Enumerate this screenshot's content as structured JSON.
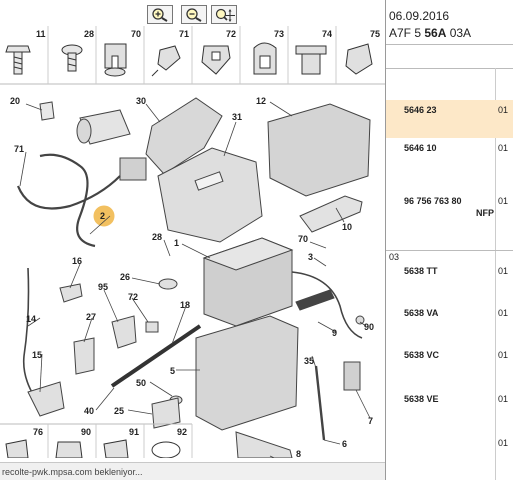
{
  "toolbar": {
    "zoom_in": "zoom-in-icon",
    "zoom_out": "zoom-out-icon",
    "zoom_pan": "zoom-pan-icon"
  },
  "header": {
    "date": "06.09.2016",
    "model_prefix": "A7F 5 ",
    "model_bold": "56A",
    "model_suffix": " 03A"
  },
  "diagram": {
    "top_items": [
      "11",
      "28",
      "70",
      "71",
      "72",
      "73",
      "74",
      "75"
    ],
    "bottom_items": [
      "76",
      "90",
      "91",
      "92"
    ],
    "labels": {
      "l20": "20",
      "l30": "30",
      "l12": "12",
      "l71": "71",
      "l31": "31",
      "l2": "2",
      "l10": "10",
      "l28": "28",
      "l1": "1",
      "l70": "70",
      "l3": "3",
      "l16": "16",
      "l26": "26",
      "l95": "95",
      "l72": "72",
      "l9": "9",
      "l90": "90",
      "l14": "14",
      "l27": "27",
      "l18": "18",
      "l15": "15",
      "l35": "35",
      "l5": "5",
      "l50": "50",
      "l7": "7",
      "l40": "40",
      "l25": "25",
      "l6": "6",
      "l8": "8"
    },
    "highlight_color": "#f2c060"
  },
  "status": {
    "text": "recolte-pwk.mpsa.com bekleniyor..."
  },
  "parts": {
    "rows": [
      {
        "ref": "5646 23",
        "qty": "01"
      },
      {
        "ref": "5646 10",
        "qty": "01"
      },
      {
        "ref": "96 756 763 80",
        "qty": "01",
        "note": "NFP"
      },
      {
        "ref": "5638 TT",
        "qty": "01"
      },
      {
        "ref": "5638 VA",
        "qty": "01"
      },
      {
        "ref": "5638 VC",
        "qty": "01"
      },
      {
        "ref": "5638 VE",
        "qty": "01"
      }
    ],
    "sections": [
      "01",
      "03"
    ]
  }
}
